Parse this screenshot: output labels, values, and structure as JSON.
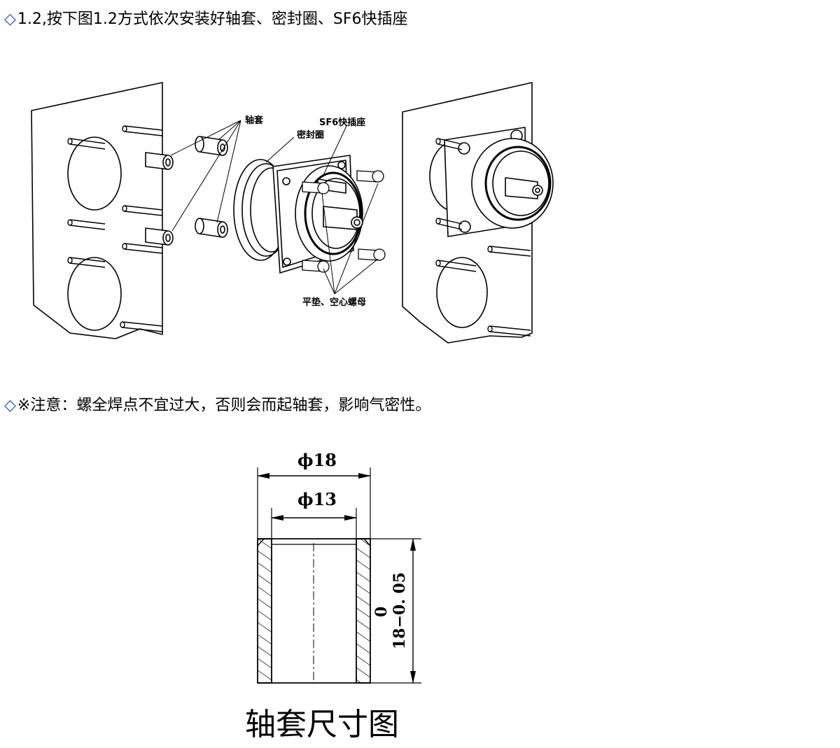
{
  "step": {
    "bullet": "◇",
    "text": "1.2,按下图1.2方式依次安装好轴套、密封圈、SF6快插座"
  },
  "note": {
    "bullet": "◇",
    "text": "※注意：螺全焊点不宜过大，否则会而起轴套，影响气密性。"
  },
  "assembly_labels": {
    "sleeve": "轴套",
    "socket": "SF6快插座",
    "seal": "密封圈",
    "washer_nut": "平垫、空心螺母"
  },
  "sleeve_drawing": {
    "outer_dia": "ϕ18",
    "inner_dia": "ϕ13",
    "height_main": "18−0. 05",
    "height_upper": "0",
    "caption": "轴套尺寸图"
  }
}
